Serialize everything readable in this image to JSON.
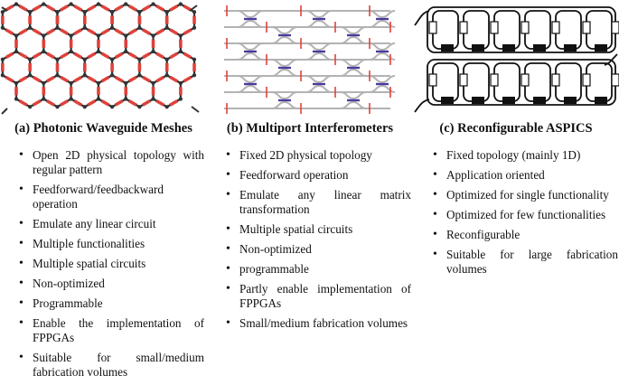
{
  "panels": [
    {
      "label": "(a)",
      "title": "Photonic Waveguide Meshes",
      "bullets": [
        "Open 2D physical topology with regular pattern",
        "Feedforward/feedbackward operation",
        "Emulate any linear circuit",
        "Multiple functionalities",
        "Multiple spatial circuits",
        "Non-optimized",
        "Programmable",
        "Enable the implementation of FPPGAs",
        "Suitable for small/medium fabrication volumes"
      ]
    },
    {
      "label": "(b)",
      "title": "Multiport Interferometers",
      "bullets": [
        "Fixed 2D physical topology",
        "Feedforward operation",
        "Emulate any linear matrix transformation",
        "Multiple spatial circuits",
        "Non-optimized",
        "programmable",
        "Partly enable implementation of FPPGAs",
        "Small/medium fabrication volumes"
      ]
    },
    {
      "label": "(c)",
      "title": "Reconfigurable ASPICS",
      "bullets": [
        "Fixed topology (mainly 1D)",
        "Application oriented",
        "Optimized for single functionality",
        "Optimized for few functionalities",
        "Reconfigurable",
        "Suitable for large fabrication volumes"
      ]
    }
  ],
  "colors": {
    "waveguide": "#333333",
    "phase_shifter_red": "#e0413a",
    "node": "#333333",
    "interferometer_waveguide": "#b3b3b3",
    "coupler_purple": "#4b3a9e",
    "aspic_heater": "#111111"
  }
}
